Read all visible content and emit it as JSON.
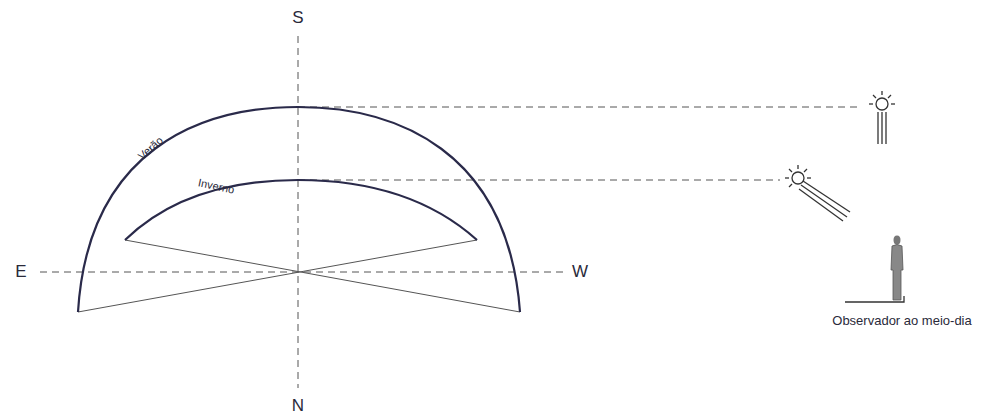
{
  "diagram": {
    "labels": [
      "S",
      "Verão",
      "Inverno",
      "E",
      "W",
      "Observador ao meio-dia",
      "N"
    ]
  }
}
